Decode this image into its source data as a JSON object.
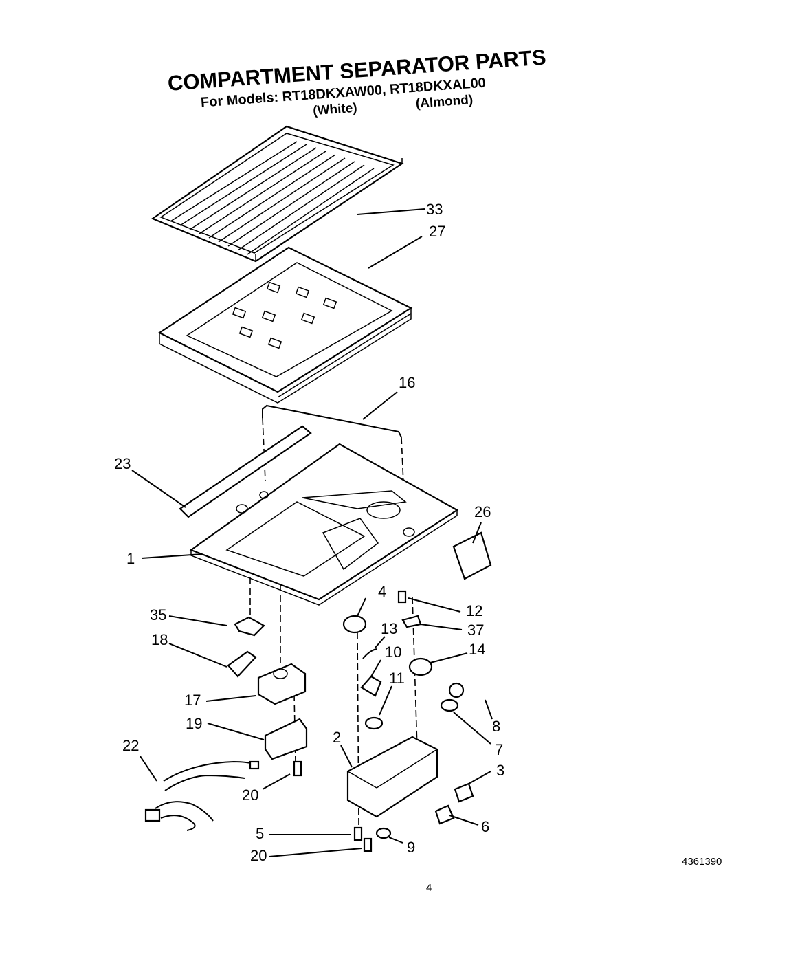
{
  "header": {
    "title": "COMPARTMENT SEPARATOR PARTS",
    "models": "For Models: RT18DKXAW00, RT18DKXAL00",
    "variant_white": "(White)",
    "variant_almond": "(Almond)"
  },
  "callouts": [
    "33",
    "27",
    "16",
    "23",
    "26",
    "1",
    "4",
    "12",
    "35",
    "13",
    "37",
    "18",
    "10",
    "14",
    "11",
    "17",
    "8",
    "19",
    "7",
    "2",
    "22",
    "3",
    "20",
    "6",
    "5",
    "9",
    "20"
  ],
  "footer": {
    "diagram_number": "4361390",
    "page_number": "4"
  }
}
